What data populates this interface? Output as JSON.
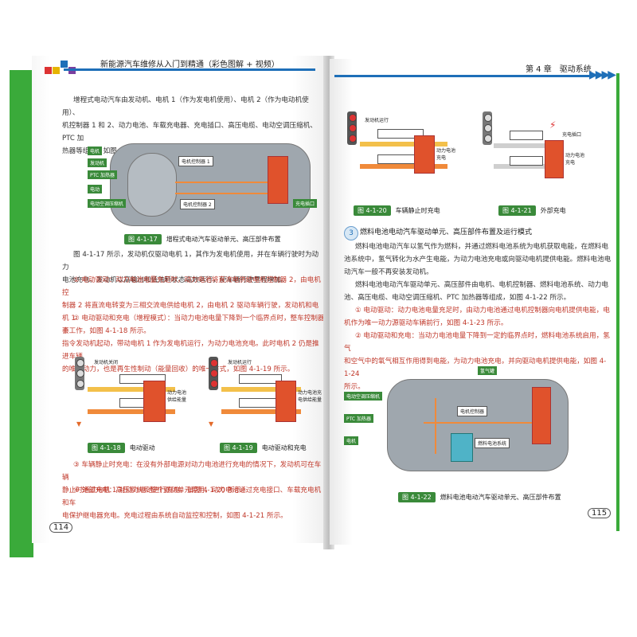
{
  "header": {
    "left_title": "新能源汽车维修从入门到精通（彩色图解 + 视频）",
    "right_title": "第 4 章　驱动系统"
  },
  "left": {
    "intro": [
      "增程式电动汽车由发动机、电机 1（作为发电机使用）、电机 2（作为电动机使用）、",
      "机控制器 1 和 2、动力电池、车载充电器、充电插口、高压电缆、电动空调压缩机、PTC 加",
      "热器等组成，如图 4-1-17 所示。"
    ],
    "fig17": {
      "labels": [
        "电机",
        "发动机",
        "PTC 加热器",
        "电动",
        "电动空调压缩机",
        "充电插口"
      ],
      "ctrl1": "电机控制器 1",
      "ctrl2": "电机控制器 2",
      "caption_no": "图 4-1-17",
      "caption": "增程式电动汽车驱动单元、高压部件布置"
    },
    "para2": [
      "图 4-1-17 所示，发动机仅驱动电机 1，其作为发电机使用，并在车辆行驶时为动力",
      "电池充电。发动机以高输出和低油耗状态高效运行，使车辆行驶里程增加。"
    ],
    "item1": [
      "① 电动驱动：动力电池电量充足时，动力电池将直流电供给电机控制器 2，由电机控",
      "制器 2 将直流电转变为三相交流电供给电机 2，由电机 2 驱动车辆行驶，发动机和电机 1",
      "不工作，如图 4-1-18 所示。"
    ],
    "item2": [
      "② 电动驱动和充电（增程模式）：当动力电池电量下降到一个临界点时，整车控制器会",
      "指令发动机起动，带动电机 1 作为发电机运行，为动力电池充电。此时电机 2 仍是推进车辆",
      "的唯一动力，也是再生性制动（能量回收）的唯一方式，如图 4-1-19 所示。"
    ],
    "fig18": {
      "engine": "发动机关闭",
      "batt": "动力电池",
      "batt2": "供给能量",
      "caption_no": "图 4-1-18",
      "caption": "电动驱动"
    },
    "fig19": {
      "engine": "发动机运行",
      "batt": "动力电池充",
      "batt2": "电供给能量",
      "caption_no": "图 4-1-19",
      "caption": "电动驱动和充电"
    },
    "item3": [
      "③ 车辆静止时充电：在没有外部电源对动力电池进行充电的情况下，发动机可在车辆",
      "静止时通过电机 1 对动力电池进行充电，如图 4-1-20 所示。"
    ],
    "item4": [
      "④ 外部充电：高压系统和整个驱动单元停用，动力电池通过充电接口、车载充电机和车",
      "电保护继电器充电。充电过程由系统自动监控和控制，如图 4-1-21 所示。"
    ],
    "page_number": "114"
  },
  "right": {
    "fig20": {
      "engine": "发动机运行",
      "batt": "动力电池",
      "batt2": "充电",
      "caption_no": "图 4-1-20",
      "caption": "车辆静止时充电"
    },
    "fig21": {
      "plug": "充电插口",
      "batt": "动力电池",
      "batt2": "充电",
      "caption_no": "图 4-1-21",
      "caption": "外部充电"
    },
    "section_no": "3",
    "section_title": "燃料电池电动汽车驱动单元、高压部件布置及运行模式",
    "para1": [
      "燃料电池电动汽车以氢气作为燃料，并通过燃料电池系统为电机获取电能，在燃料电",
      "池系统中，氢气转化为水产生电能，为动力电池充电或向驱动电机提供电能。燃料电池电",
      "动汽车一般不再安装发动机。"
    ],
    "para2": [
      "燃料电池电动汽车驱动单元、高压部件由电机、电机控制器、燃料电池系统、动力电",
      "池、高压电缆、电动空调压缩机、PTC 加热器等组成，如图 4-1-22 所示。"
    ],
    "item1": [
      "① 电动驱动：动力电池电量充足时，由动力电池通过电机控制器向电机提供电能，电",
      "机作为唯一动力源驱动车辆前行，如图 4-1-23 所示。"
    ],
    "item2": [
      "② 电动驱动和充电：当动力电池电量下降到一定的临界点时，燃料电池系统启用，氢气",
      "和空气中的氧气相互作用得到电能，为动力电池充电，并向驱动电机提供电能，如图 4-1-24",
      "所示。"
    ],
    "fig22": {
      "labels": [
        "电动空调压缩机",
        "PTC 加热器",
        "电机"
      ],
      "top_label": "氢气罐",
      "ctrl": "电机控制器",
      "fc": "燃料电池系统",
      "caption_no": "图 4-1-22",
      "caption": "燃料电池电动汽车驱动单元、高压部件布置"
    },
    "page_number": "115"
  }
}
